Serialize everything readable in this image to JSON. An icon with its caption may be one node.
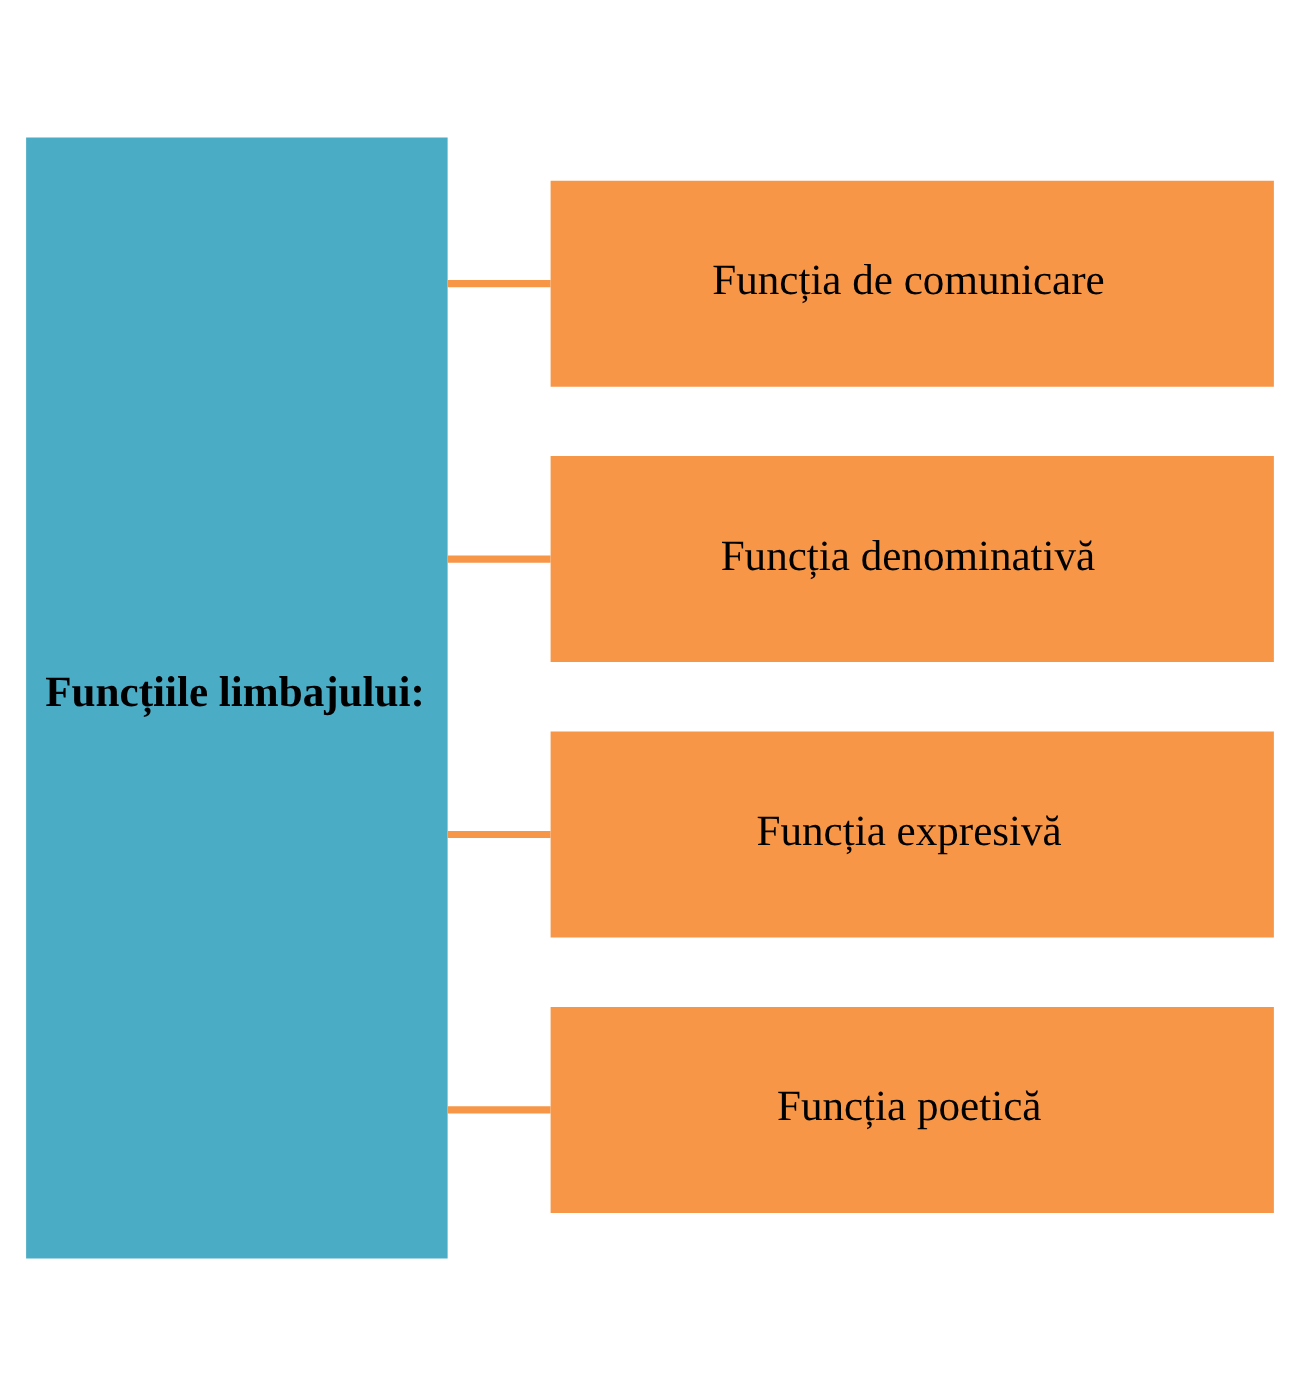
{
  "diagram": {
    "nodes": [
      {
        "text": [
          "Funcțiile limbajului:"
        ]
      },
      {
        "text": [
          "Funcția de comunicare"
        ]
      },
      {
        "text": [
          "Funcția denominativă"
        ]
      },
      {
        "text": [
          "Funcția expresivă"
        ]
      },
      {
        "text": [
          "Funcția poetică"
        ]
      }
    ],
    "edges": [
      {
        "from": 0,
        "to": 1,
        "arrow": "none"
      },
      {
        "from": 0,
        "to": 2,
        "arrow": "none"
      },
      {
        "from": 0,
        "to": 3,
        "arrow": "none"
      },
      {
        "from": 0,
        "to": 4,
        "arrow": "none"
      }
    ]
  }
}
